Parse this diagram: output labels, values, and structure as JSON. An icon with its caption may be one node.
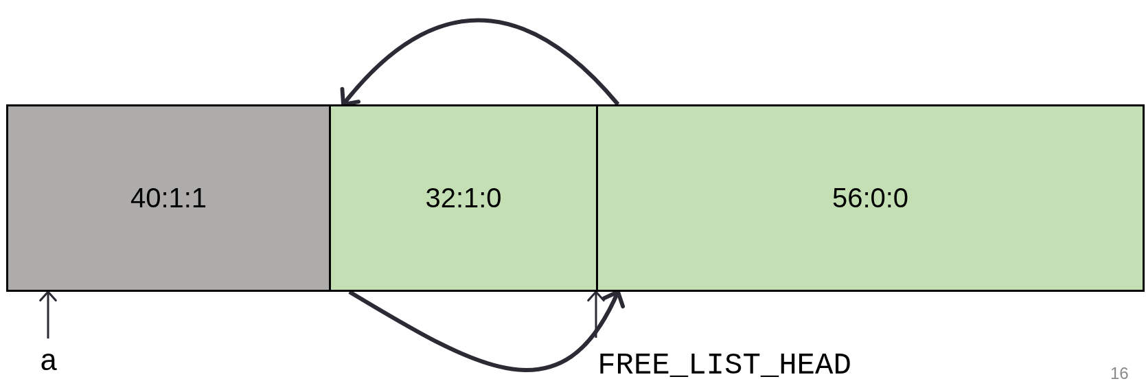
{
  "diagram": {
    "nodes": [
      {
        "text": [
          "40:1:1"
        ]
      },
      {
        "text": [
          "32:1:0"
        ]
      },
      {
        "text": [
          "56:0:0"
        ]
      },
      {
        "text": [
          "a"
        ]
      },
      {
        "text": [
          "FREE_LIST_HEAD"
        ]
      }
    ],
    "edges": [
      {
        "from": 3,
        "to": 0,
        "arrow": "to"
      },
      {
        "from": 4,
        "to": 2,
        "arrow": "to"
      },
      {
        "from": 2,
        "to": 1,
        "arrow": "to",
        "style": "thick"
      },
      {
        "from": 1,
        "to": 2,
        "arrow": "to",
        "style": "thick"
      }
    ],
    "labels": [
      "16"
    ]
  }
}
